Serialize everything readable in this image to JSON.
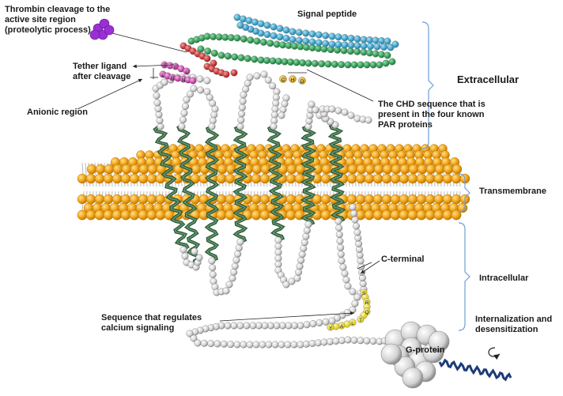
{
  "labels": {
    "thrombin_cleavage": "Thrombin cleavage to the active site region (proteolytic process)",
    "signal_peptide": "Signal peptide",
    "tether_ligand": "Tether ligand after cleavage",
    "anionic_region": "Anionic region",
    "chd_sequence": "The CHD sequence that is present in the four known PAR proteins",
    "c_terminal": "C-terminal",
    "calcium_sequence": "Sequence that regulates calcium signaling",
    "g_protein": "G-protein",
    "internalization": "Internalization and desensitization"
  },
  "regions": {
    "extracellular": "Extracellular",
    "transmembrane": "Transmembrane",
    "intracellular": "Intracellular"
  },
  "residue_letters": {
    "chd": [
      "C",
      "H",
      "D"
    ],
    "tether": [
      "T",
      "F",
      "L",
      "L",
      "R",
      "N"
    ],
    "calcium": [
      "S",
      "R",
      "Q",
      "T",
      "L",
      "A",
      "Y"
    ]
  },
  "colors": {
    "membrane_head": "#f2a51a",
    "helix": "#3f6b4a",
    "residue": "#d8d8d8",
    "signal_peptide_blue": "#2aa7d6",
    "signal_peptide_green": "#1f9a4a",
    "cleavage_red": "#d01c1c",
    "tether_pink": "#d63ab1",
    "chd_yellow": "#f2c21a",
    "calcium_yellow": "#f7e60f",
    "thrombin_purple": "#9b2fd6",
    "g_protein_grey": "#e2e2e2",
    "bracket": "#6d9fd8"
  },
  "icons": {
    "thrombin": "thrombin-molecule-icon",
    "g_protein": "g-protein-blob-icon"
  }
}
